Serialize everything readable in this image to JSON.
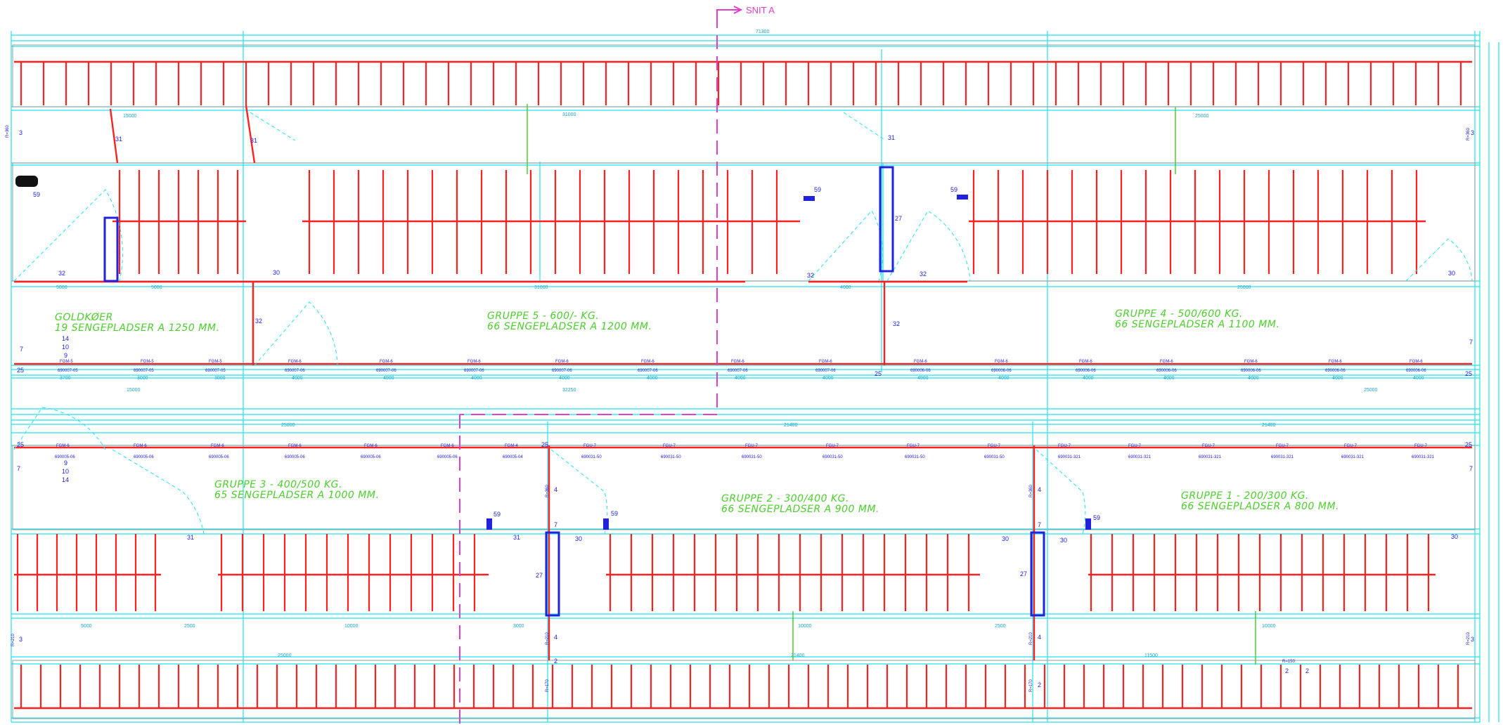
{
  "section_marker": {
    "label": "SNIT A"
  },
  "top_dimension": "71300",
  "groups": [
    {
      "id": "goldkoer",
      "line1": "GOLDKØER",
      "line2": "19 SENGEPLADSER A 1250 MM.",
      "counts": [
        "14",
        "10",
        "9"
      ]
    },
    {
      "id": "gruppe5",
      "line1": "GRUPPE 5 - 600/- KG.",
      "line2": "66 SENGEPLADSER A 1200 MM."
    },
    {
      "id": "gruppe4",
      "line1": "GRUPPE 4 - 500/600 KG.",
      "line2": "66 SENGEPLADSER A 1100 MM."
    },
    {
      "id": "gruppe3",
      "line1": "GRUPPE 3 - 400/500 KG.",
      "line2": "65 SENGEPLADSER A 1000 MM.",
      "counts": [
        "9",
        "10",
        "14"
      ]
    },
    {
      "id": "gruppe2",
      "line1": "GRUPPE 2 - 300/400 KG.",
      "line2": "66 SENGEPLADSER A 900 MM."
    },
    {
      "id": "gruppe1",
      "line1": "GRUPPE 1 - 200/300 KG.",
      "line2": "66 SENGEPLADSER A 800 MM."
    }
  ],
  "markers": {
    "m31": "31",
    "m59": "59",
    "m32": "32",
    "m30": "30",
    "m27": "27",
    "m25": "25",
    "m7": "7",
    "m3": "3",
    "m4": "4",
    "m2": "2",
    "r360": "R=360",
    "r210": "R=210",
    "r170": "R=170",
    "r150": "R=150"
  },
  "feeder_codes": {
    "upper": [
      "FGM-5",
      "FGM-6"
    ],
    "lower": [
      "FGM-6",
      "FGM-4",
      "FGU-7"
    ]
  },
  "feeder_ids": {
    "upper": [
      "690007-05",
      "690007-06",
      "690006-06"
    ],
    "lower": [
      "690005-06",
      "690005-04",
      "690031-50",
      "690031-321"
    ]
  },
  "dimensions": {
    "d31000": "31000",
    "d15000": "15000",
    "d25000": "25000",
    "d5000": "5000",
    "d4000": "4000",
    "d3000": "3000",
    "d3700": "3700",
    "d2500": "2500",
    "d32250": "32250",
    "d21400": "21400",
    "d10000": "10000",
    "d11500": "11500"
  },
  "colors": {
    "frame": "#22e3ee",
    "stall": "#ff2020",
    "annotation": "#4ccf2c",
    "marker": "#2222dd",
    "section": "#e040c8"
  }
}
